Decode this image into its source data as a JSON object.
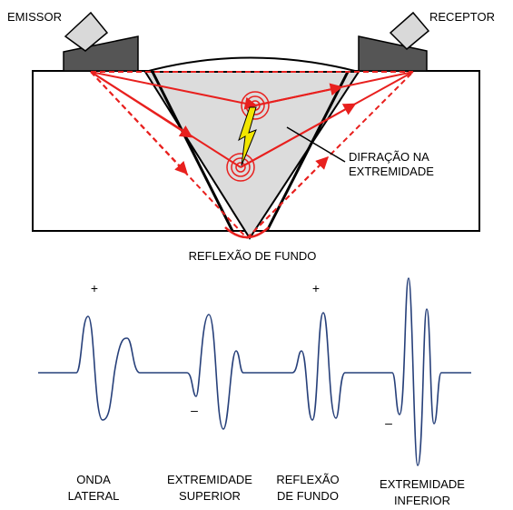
{
  "labels": {
    "emissor": "EMISSOR",
    "receptor": "RECEPTOR",
    "difracao_line1": "DIFRAÇÃO NA",
    "difracao_line2": "EXTREMIDADE",
    "reflexao_fundo": "REFLEXÃO DE FUNDO"
  },
  "signals": [
    {
      "line1": "ONDA",
      "line2": "LATERAL",
      "sign": "+"
    },
    {
      "line1": "EXTREMIDADE",
      "line2": "SUPERIOR",
      "sign": "–"
    },
    {
      "line1": "REFLEXÃO",
      "line2": "DE FUNDO",
      "sign": "+"
    },
    {
      "line1": "EXTREMIDADE",
      "line2": "INFERIOR",
      "sign": "–"
    }
  ],
  "colors": {
    "beam": "#e8201e",
    "waveform": "#27407a",
    "probe_wedge": "#555555",
    "probe_crystal": "#d9d9d9",
    "beam_zone": "#dcdcdc",
    "crack": "#f2e600"
  }
}
